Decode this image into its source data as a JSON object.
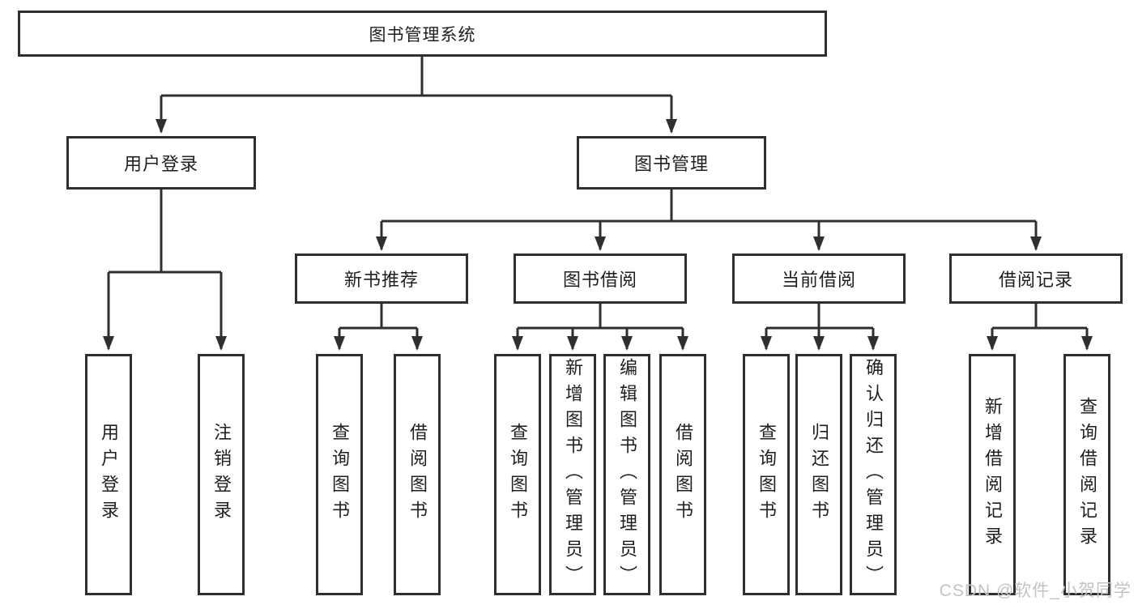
{
  "tree": {
    "root": {
      "label": "图书管理系统",
      "children": [
        {
          "label": "用户登录",
          "children": [
            {
              "label": "用户登录"
            },
            {
              "label": "注销登录"
            }
          ]
        },
        {
          "label": "图书管理",
          "children": [
            {
              "label": "新书推荐",
              "children": [
                {
                  "label": "查询图书"
                },
                {
                  "label": "借阅图书"
                }
              ]
            },
            {
              "label": "图书借阅",
              "children": [
                {
                  "label": "查询图书"
                },
                {
                  "label": "新增图书（管理员）"
                },
                {
                  "label": "编辑图书（管理员）"
                },
                {
                  "label": "借阅图书"
                }
              ]
            },
            {
              "label": "当前借阅",
              "children": [
                {
                  "label": "查询图书"
                },
                {
                  "label": "归还图书"
                },
                {
                  "label": "确认归还（管理员）"
                }
              ]
            },
            {
              "label": "借阅记录",
              "children": [
                {
                  "label": "新增借阅记录"
                },
                {
                  "label": "查询借阅记录"
                }
              ]
            }
          ]
        }
      ]
    }
  },
  "watermark": {
    "label": "CSDN @软件_小贺同学"
  },
  "colors": {
    "line": "#2f2f2f",
    "text": "#1f1f1f",
    "watermark": "#c3c3c3",
    "background": "#ffffff"
  }
}
